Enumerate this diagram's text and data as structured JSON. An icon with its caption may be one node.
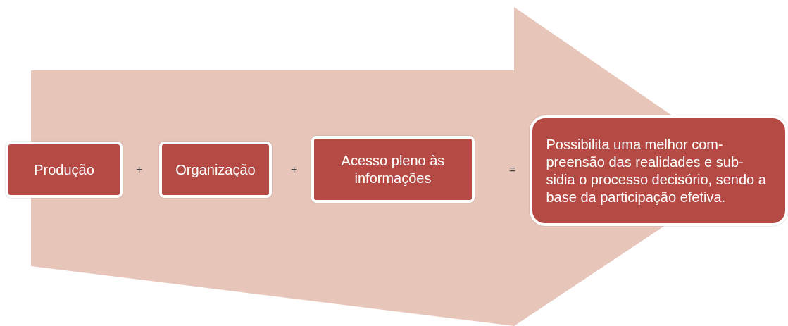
{
  "diagram": {
    "nodes": [
      {
        "text": [
          "Produção"
        ]
      },
      {
        "text": [
          "Organização"
        ]
      },
      {
        "text": [
          "Acesso pleno às informações"
        ]
      },
      {
        "text": [
          "Possibilita uma melhor com- preensão das realidades e sub- sidia o processo decisório, sendo a base da participação efetiva."
        ]
      }
    ],
    "labels": [
      "+",
      "+",
      "="
    ]
  }
}
